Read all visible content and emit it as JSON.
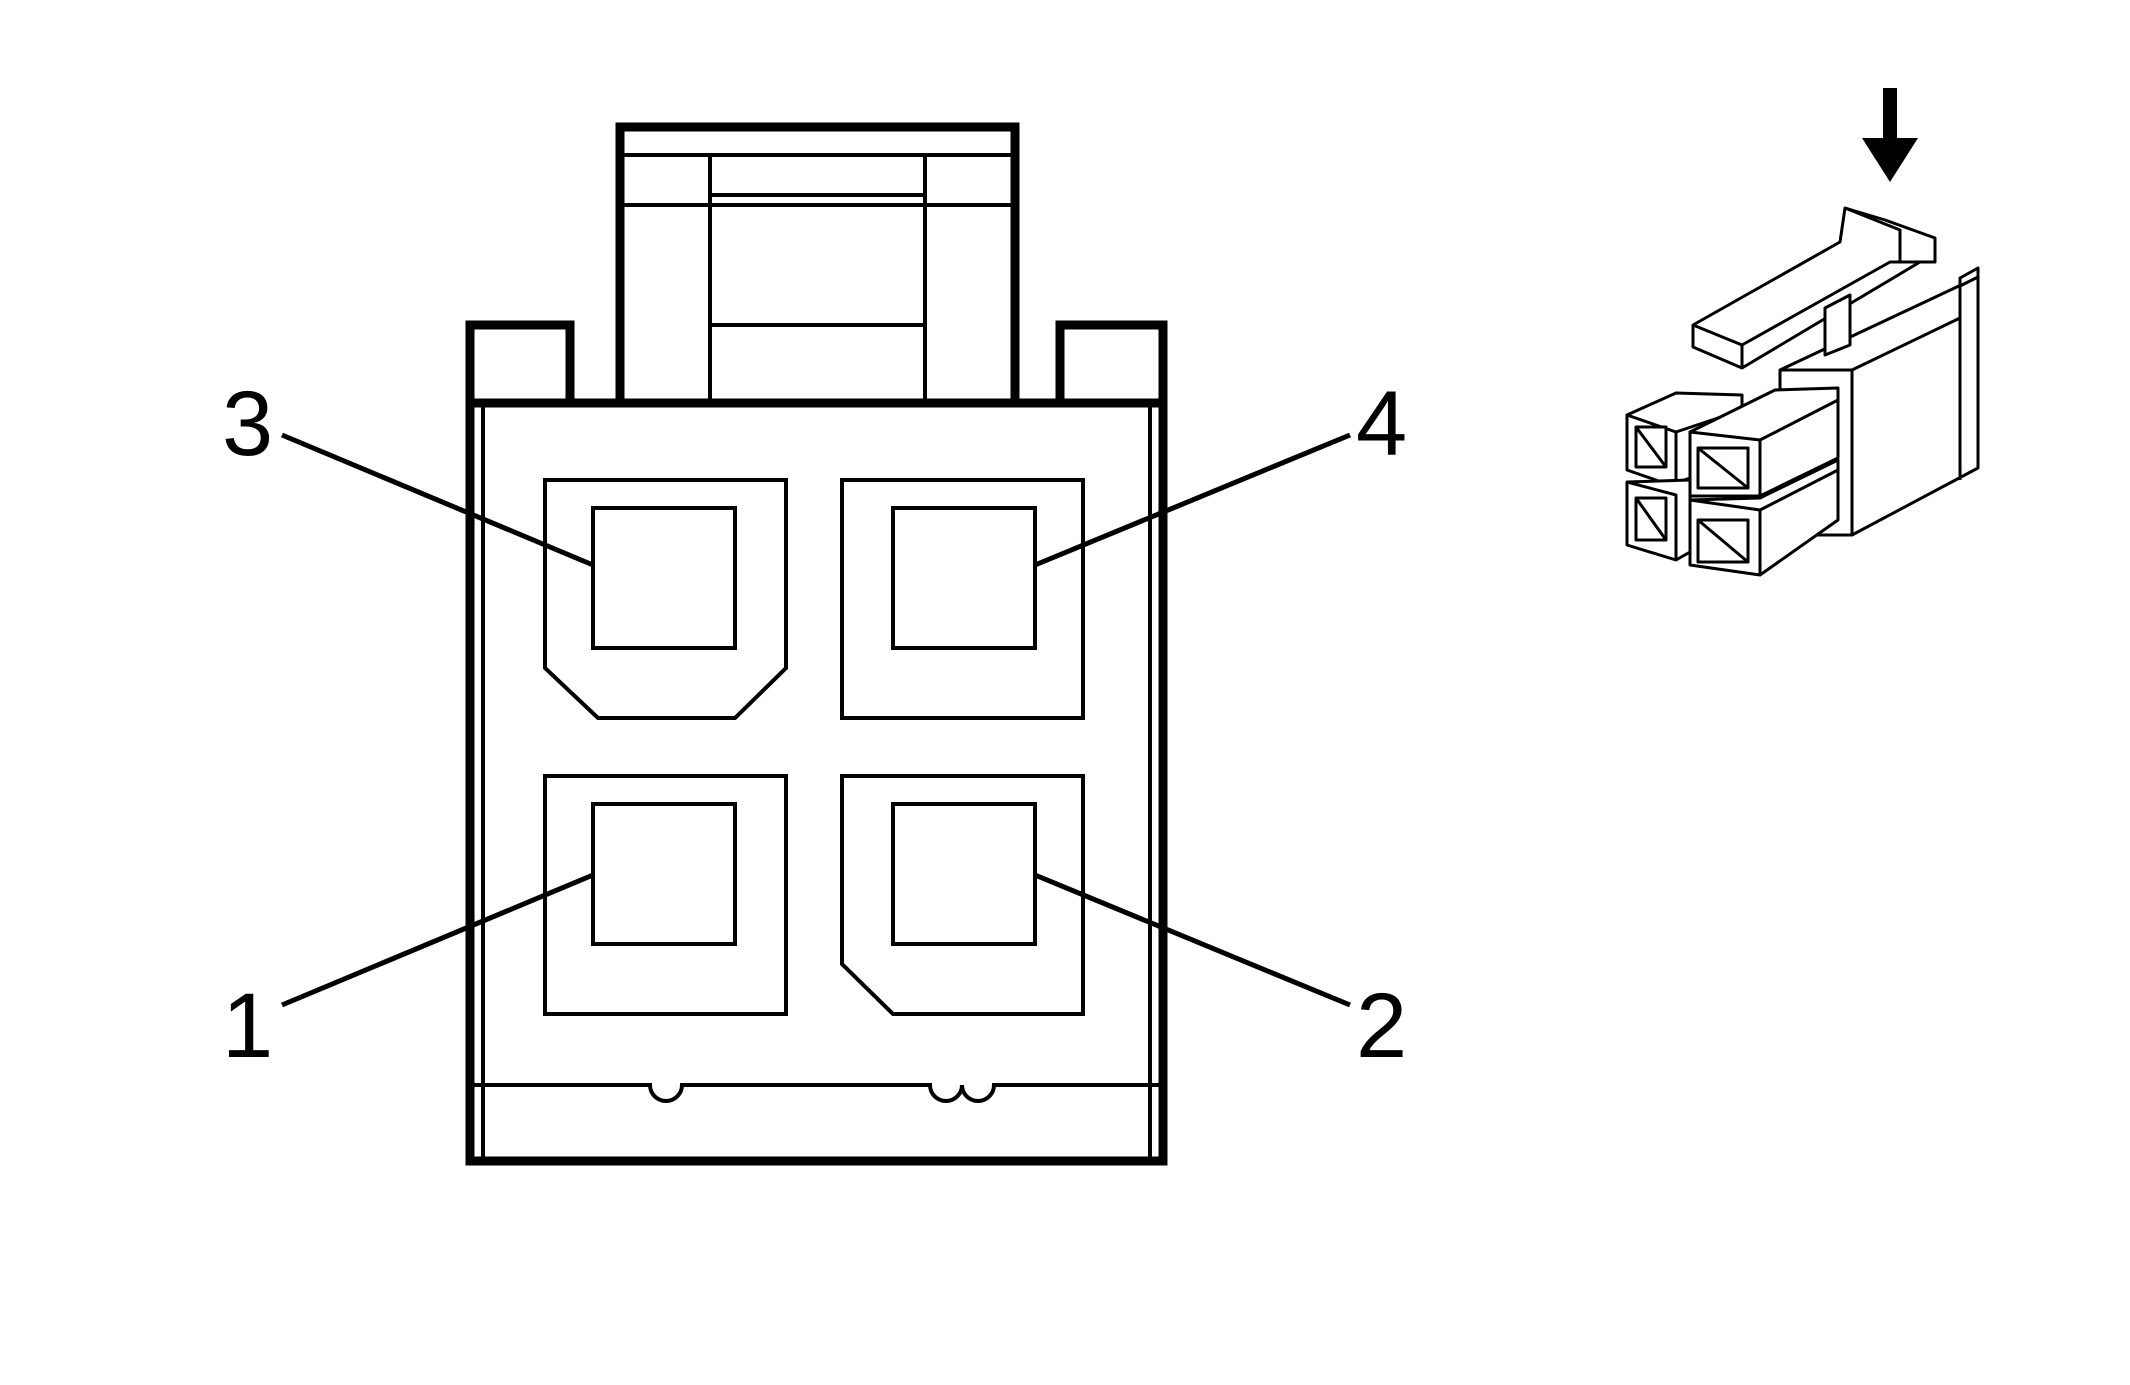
{
  "diagram": {
    "type": "connector-pinout",
    "line_color": "#000000",
    "background_color": "#ffffff",
    "pins": [
      {
        "label": "3",
        "row": "top",
        "column": "left"
      },
      {
        "label": "4",
        "row": "top",
        "column": "right"
      },
      {
        "label": "1",
        "row": "bottom",
        "column": "left"
      },
      {
        "label": "2",
        "row": "bottom",
        "column": "right"
      }
    ],
    "inset_icon": "connector-isometric-icon",
    "arrow_icon": "down-arrow-icon"
  }
}
